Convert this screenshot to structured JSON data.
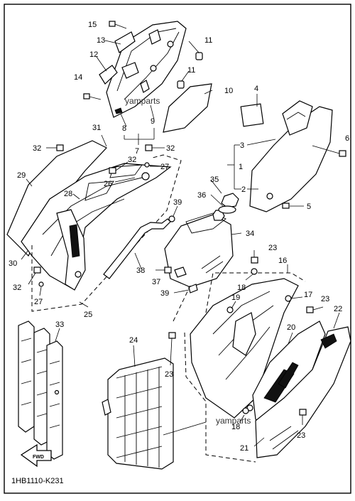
{
  "diagram": {
    "code": "1HB1110-K231",
    "watermark": "yamparts",
    "fwd_label": "FWD",
    "callouts": {
      "c1": "1",
      "c2": "2",
      "c3": "3",
      "c4": "4",
      "c5": "5",
      "c6": "6",
      "c7": "7",
      "c8": "8",
      "c9": "9",
      "c10": "10",
      "c11a": "11",
      "c11b": "11",
      "c12": "12",
      "c13": "13",
      "c14": "14",
      "c15": "15",
      "c16": "16",
      "c17": "17",
      "c18a": "18",
      "c18b": "18",
      "c19": "19",
      "c20": "20",
      "c21": "21",
      "c22": "22",
      "c23a": "23",
      "c23b": "23",
      "c23c": "23",
      "c23d": "23",
      "c24": "24",
      "c25": "25",
      "c26": "26",
      "c27a": "27",
      "c27b": "27",
      "c28": "28",
      "c29": "29",
      "c30": "30",
      "c31": "31",
      "c32a": "32",
      "c32b": "32",
      "c32c": "32",
      "c32d": "32",
      "c33": "33",
      "c34": "34",
      "c35": "35",
      "c36": "36",
      "c37": "37",
      "c38": "38",
      "c39a": "39",
      "c39b": "39"
    }
  }
}
